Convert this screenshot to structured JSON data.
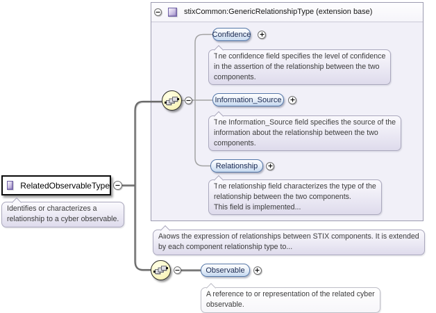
{
  "colors": {
    "element_border": "#5577a8",
    "element_fill": "#c5d8ef",
    "compositor_fill": "#faf6c0",
    "panel_background": "#f1f0f8",
    "annotation_background": "#e9e7f3",
    "type_icon_purple": "#9d8cc9"
  },
  "icons": {
    "collapse": "minus-in-circle",
    "expand": "plus-in-circle",
    "compositor": "sequence-chain",
    "complex_type": "purple-square"
  },
  "root_element": {
    "label": "RelatedObservableType",
    "annotation": "Identifies or characterizes a\nrelationship to a cyber observable."
  },
  "extension_base": {
    "title": "stixCommon:GenericRelationshipType (extension base)",
    "annotation": "Allows the expression of relationships between STIX components. It is extended\nby each component relationship type to...",
    "compositor": "sequence",
    "children": [
      {
        "label": "Confidence",
        "annotation": "The confidence field specifies the level of confidence\nin the assertion of the relationship between the two\ncomponents."
      },
      {
        "label": "Information_Source",
        "annotation": "The Information_Source field specifies the source of the\ninformation about the relationship between the two\ncomponents."
      },
      {
        "label": "Relationship",
        "annotation": "The relationship field characterizes the type of the\nrelationship between the two components.\nThis field is implemented..."
      }
    ]
  },
  "local_sequence": {
    "compositor": "sequence",
    "children": [
      {
        "label": "Observable",
        "annotation": "A reference to or representation of the related cyber\nobservable."
      }
    ]
  }
}
